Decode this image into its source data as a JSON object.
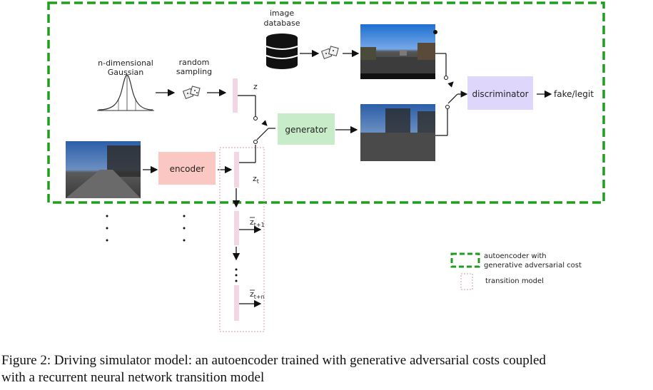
{
  "diagram": {
    "gaussian_label_1": "n-dimensional",
    "gaussian_label_2": "Gaussian",
    "sampling_label_1": "random",
    "sampling_label_2": "sampling",
    "database_label_1": "image",
    "database_label_2": "database",
    "z_label": "z",
    "zt_label": "z",
    "zt_sub": "t",
    "zt1_label": "z",
    "zt1_sub": "t+1",
    "ztn_label": "z",
    "ztn_sub": "t+n",
    "encoder": "encoder",
    "generator": "generator",
    "discriminator": "discriminator",
    "output": "fake/legit",
    "legend_ae_1": "autoencoder with",
    "legend_ae_2": "generative adversarial cost",
    "legend_transition": "transition model",
    "colors": {
      "dashed_box": "#1f9e1f",
      "encoder": "#fbc7c2",
      "generator": "#c8ecc8",
      "discriminator": "#ded7fb",
      "transition": "#f2d6e4"
    }
  },
  "caption": {
    "line1": "Figure 2: Driving simulator model: an autoencoder trained with generative adversarial costs coupled",
    "line2": "with a recurrent neural network transition model"
  }
}
